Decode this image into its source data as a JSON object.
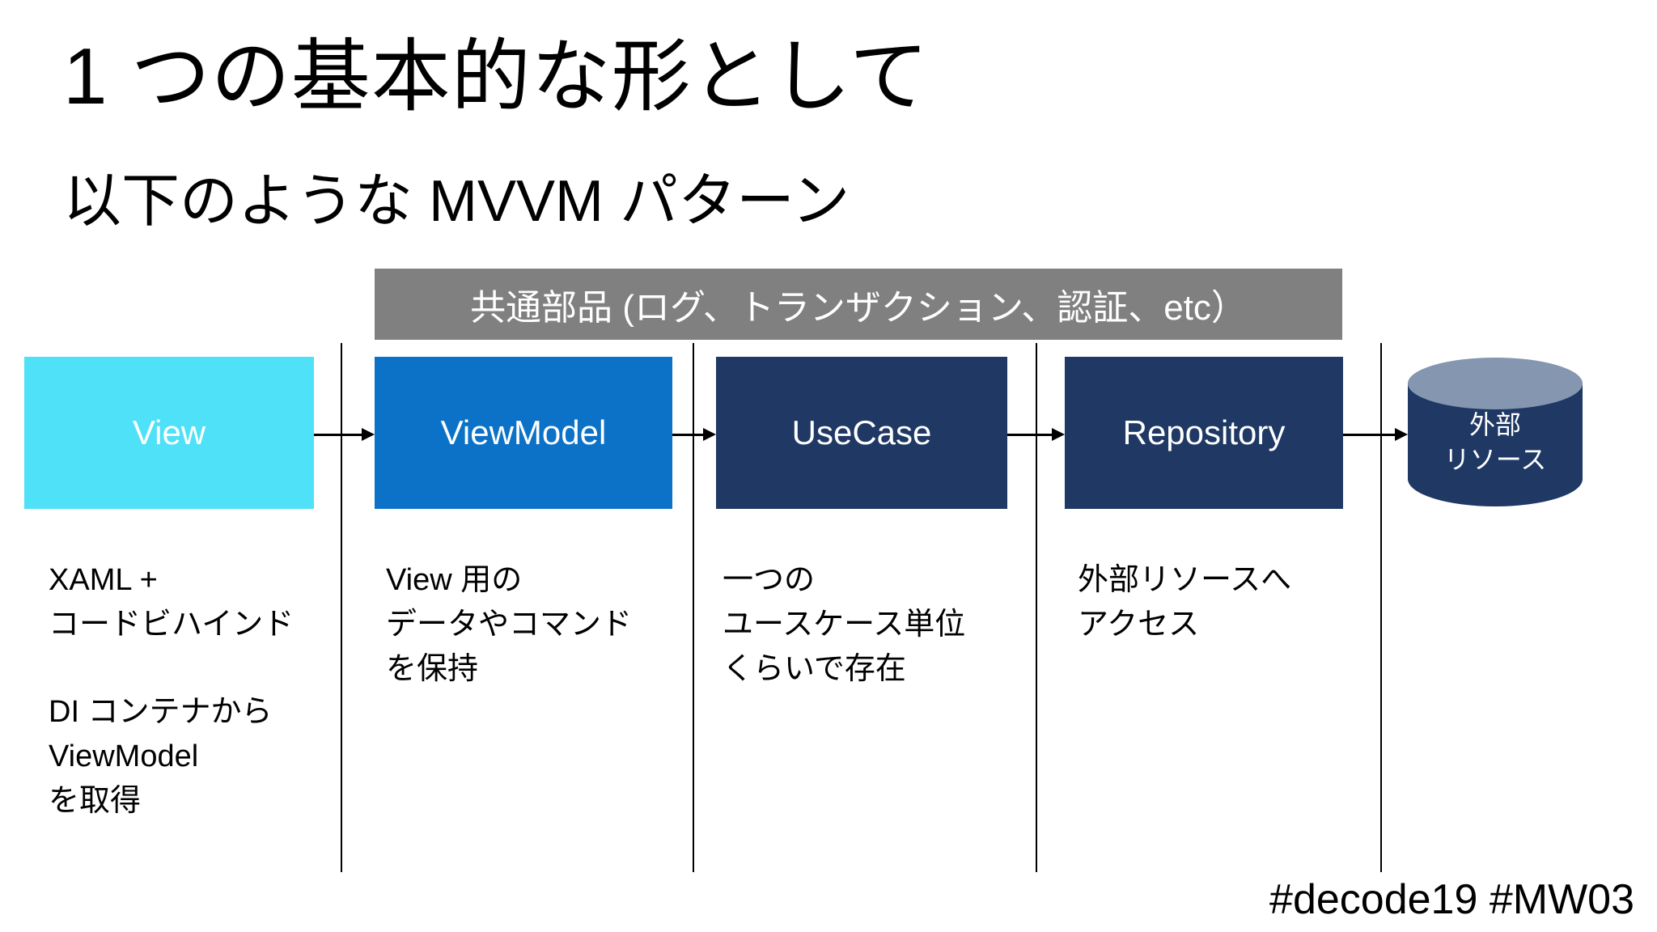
{
  "slide": {
    "title": "1 つの基本的な形として",
    "subtitle": "以下のような MVVM パターン",
    "footer": "#decode19 #MW03"
  },
  "common_bar": {
    "label": "共通部品 (ログ、トランザクション、認証、etc）"
  },
  "flow": {
    "nodes": [
      {
        "id": "view",
        "label": "View",
        "color": "#4EE1F7"
      },
      {
        "id": "viewmodel",
        "label": "ViewModel",
        "color": "#0B72C7"
      },
      {
        "id": "usecase",
        "label": "UseCase",
        "color": "#1F3864"
      },
      {
        "id": "repository",
        "label": "Repository",
        "color": "#1F3864"
      }
    ],
    "external_resource": {
      "label_lines": [
        "外部",
        "リソース"
      ],
      "body_color": "#1F3864",
      "top_color": "#8496B0"
    }
  },
  "notes": {
    "view": {
      "p1": [
        "XAML +",
        "コードビハインド"
      ],
      "p2": [
        "DI コンテナから",
        "ViewModel",
        "を取得"
      ]
    },
    "viewmodel": [
      "View 用の",
      "データやコマンド",
      "を保持"
    ],
    "usecase": [
      "一つの",
      "ユースケース単位",
      "くらいで存在"
    ],
    "repository": [
      "外部リソースへ",
      "アクセス"
    ]
  },
  "colors": {
    "bar_bg": "#808080",
    "bar_text": "#FFFFFF",
    "box_text": "#FFFFFF",
    "text": "#000000",
    "background": "#FFFFFF"
  }
}
